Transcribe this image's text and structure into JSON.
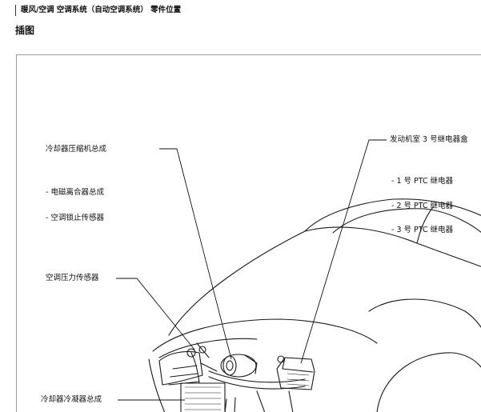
{
  "header": {
    "breadcrumb": "暖风/空调  空调系统（自动空调系统）  零件位置",
    "section_title": "插图"
  },
  "figure": {
    "labels": {
      "compressor": "冷却器压缩机总成",
      "clutch": "- 电磁离合器总成",
      "lock_sensor": "- 空调锁止传感器",
      "pressure_sensor": "空调压力传感器",
      "condenser": "冷却器冷凝器总成",
      "relay_block": "发动机室 3 号继电器盒",
      "ptc1": "- 1 号 PTC 继电器",
      "ptc2": "- 2 号 PTC 继电器",
      "ptc3": "- 3 号 PTC 继电器"
    }
  }
}
